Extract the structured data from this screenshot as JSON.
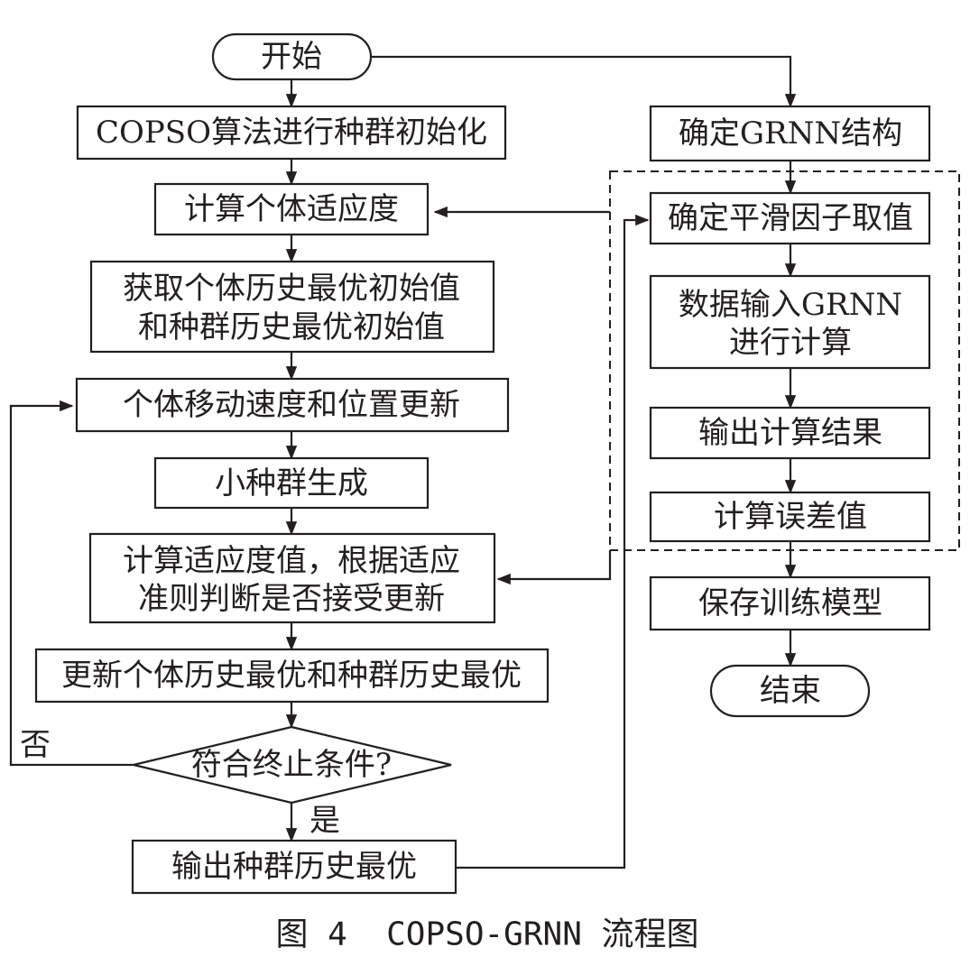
{
  "nodes": {
    "start": "开始",
    "init": "COPSO算法进行种群初始化",
    "fitness": "计算个体适应度",
    "best_init_1": "获取个体历史最优初始值",
    "best_init_2": "和种群历史最优初始值",
    "move": "个体移动速度和位置更新",
    "small_pop": "小种群生成",
    "calc_1": "计算适应度值，根据适应",
    "calc_2": "准则判断是否接受更新",
    "update_best": "更新个体历史最优和种群历史最优",
    "decision": "符合终止条件?",
    "output_best": "输出种群历史最优",
    "grnn_struct": "确定GRNN结构",
    "smooth": "确定平滑因子取值",
    "data_in_1": "数据输入GRNN",
    "data_in_2": "进行计算",
    "output_calc": "输出计算结果",
    "error": "计算误差值",
    "save": "保存训练模型",
    "end": "结束"
  },
  "edge_labels": {
    "no": "否",
    "yes": "是"
  },
  "caption": "图 4  COPSO-GRNN 流程图"
}
